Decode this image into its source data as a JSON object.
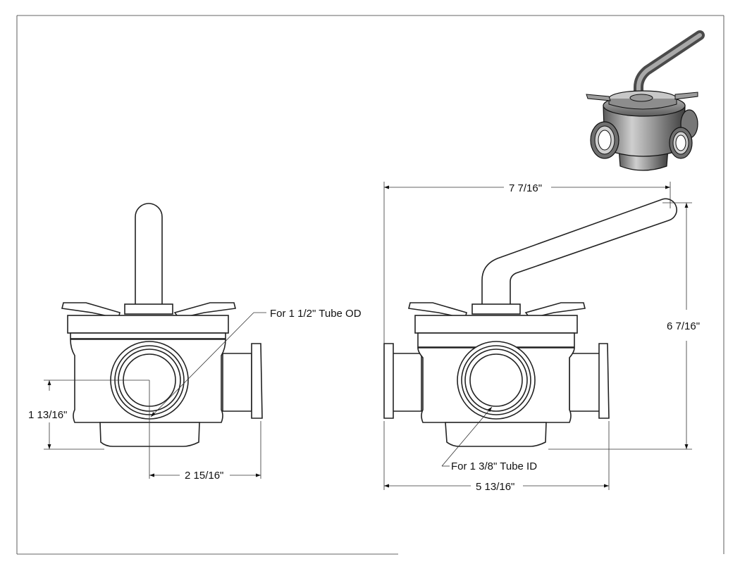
{
  "dimensions": {
    "front_height": "1 13/16\"",
    "front_width": "2 15/16\"",
    "side_total_width": "7 7/16\"",
    "side_total_height": "6 7/16\"",
    "side_body_width": "5 13/16\""
  },
  "callouts": {
    "tube_od": "For 1 1/2\" Tube OD",
    "tube_id": "For 1 3/8\" Tube ID"
  }
}
